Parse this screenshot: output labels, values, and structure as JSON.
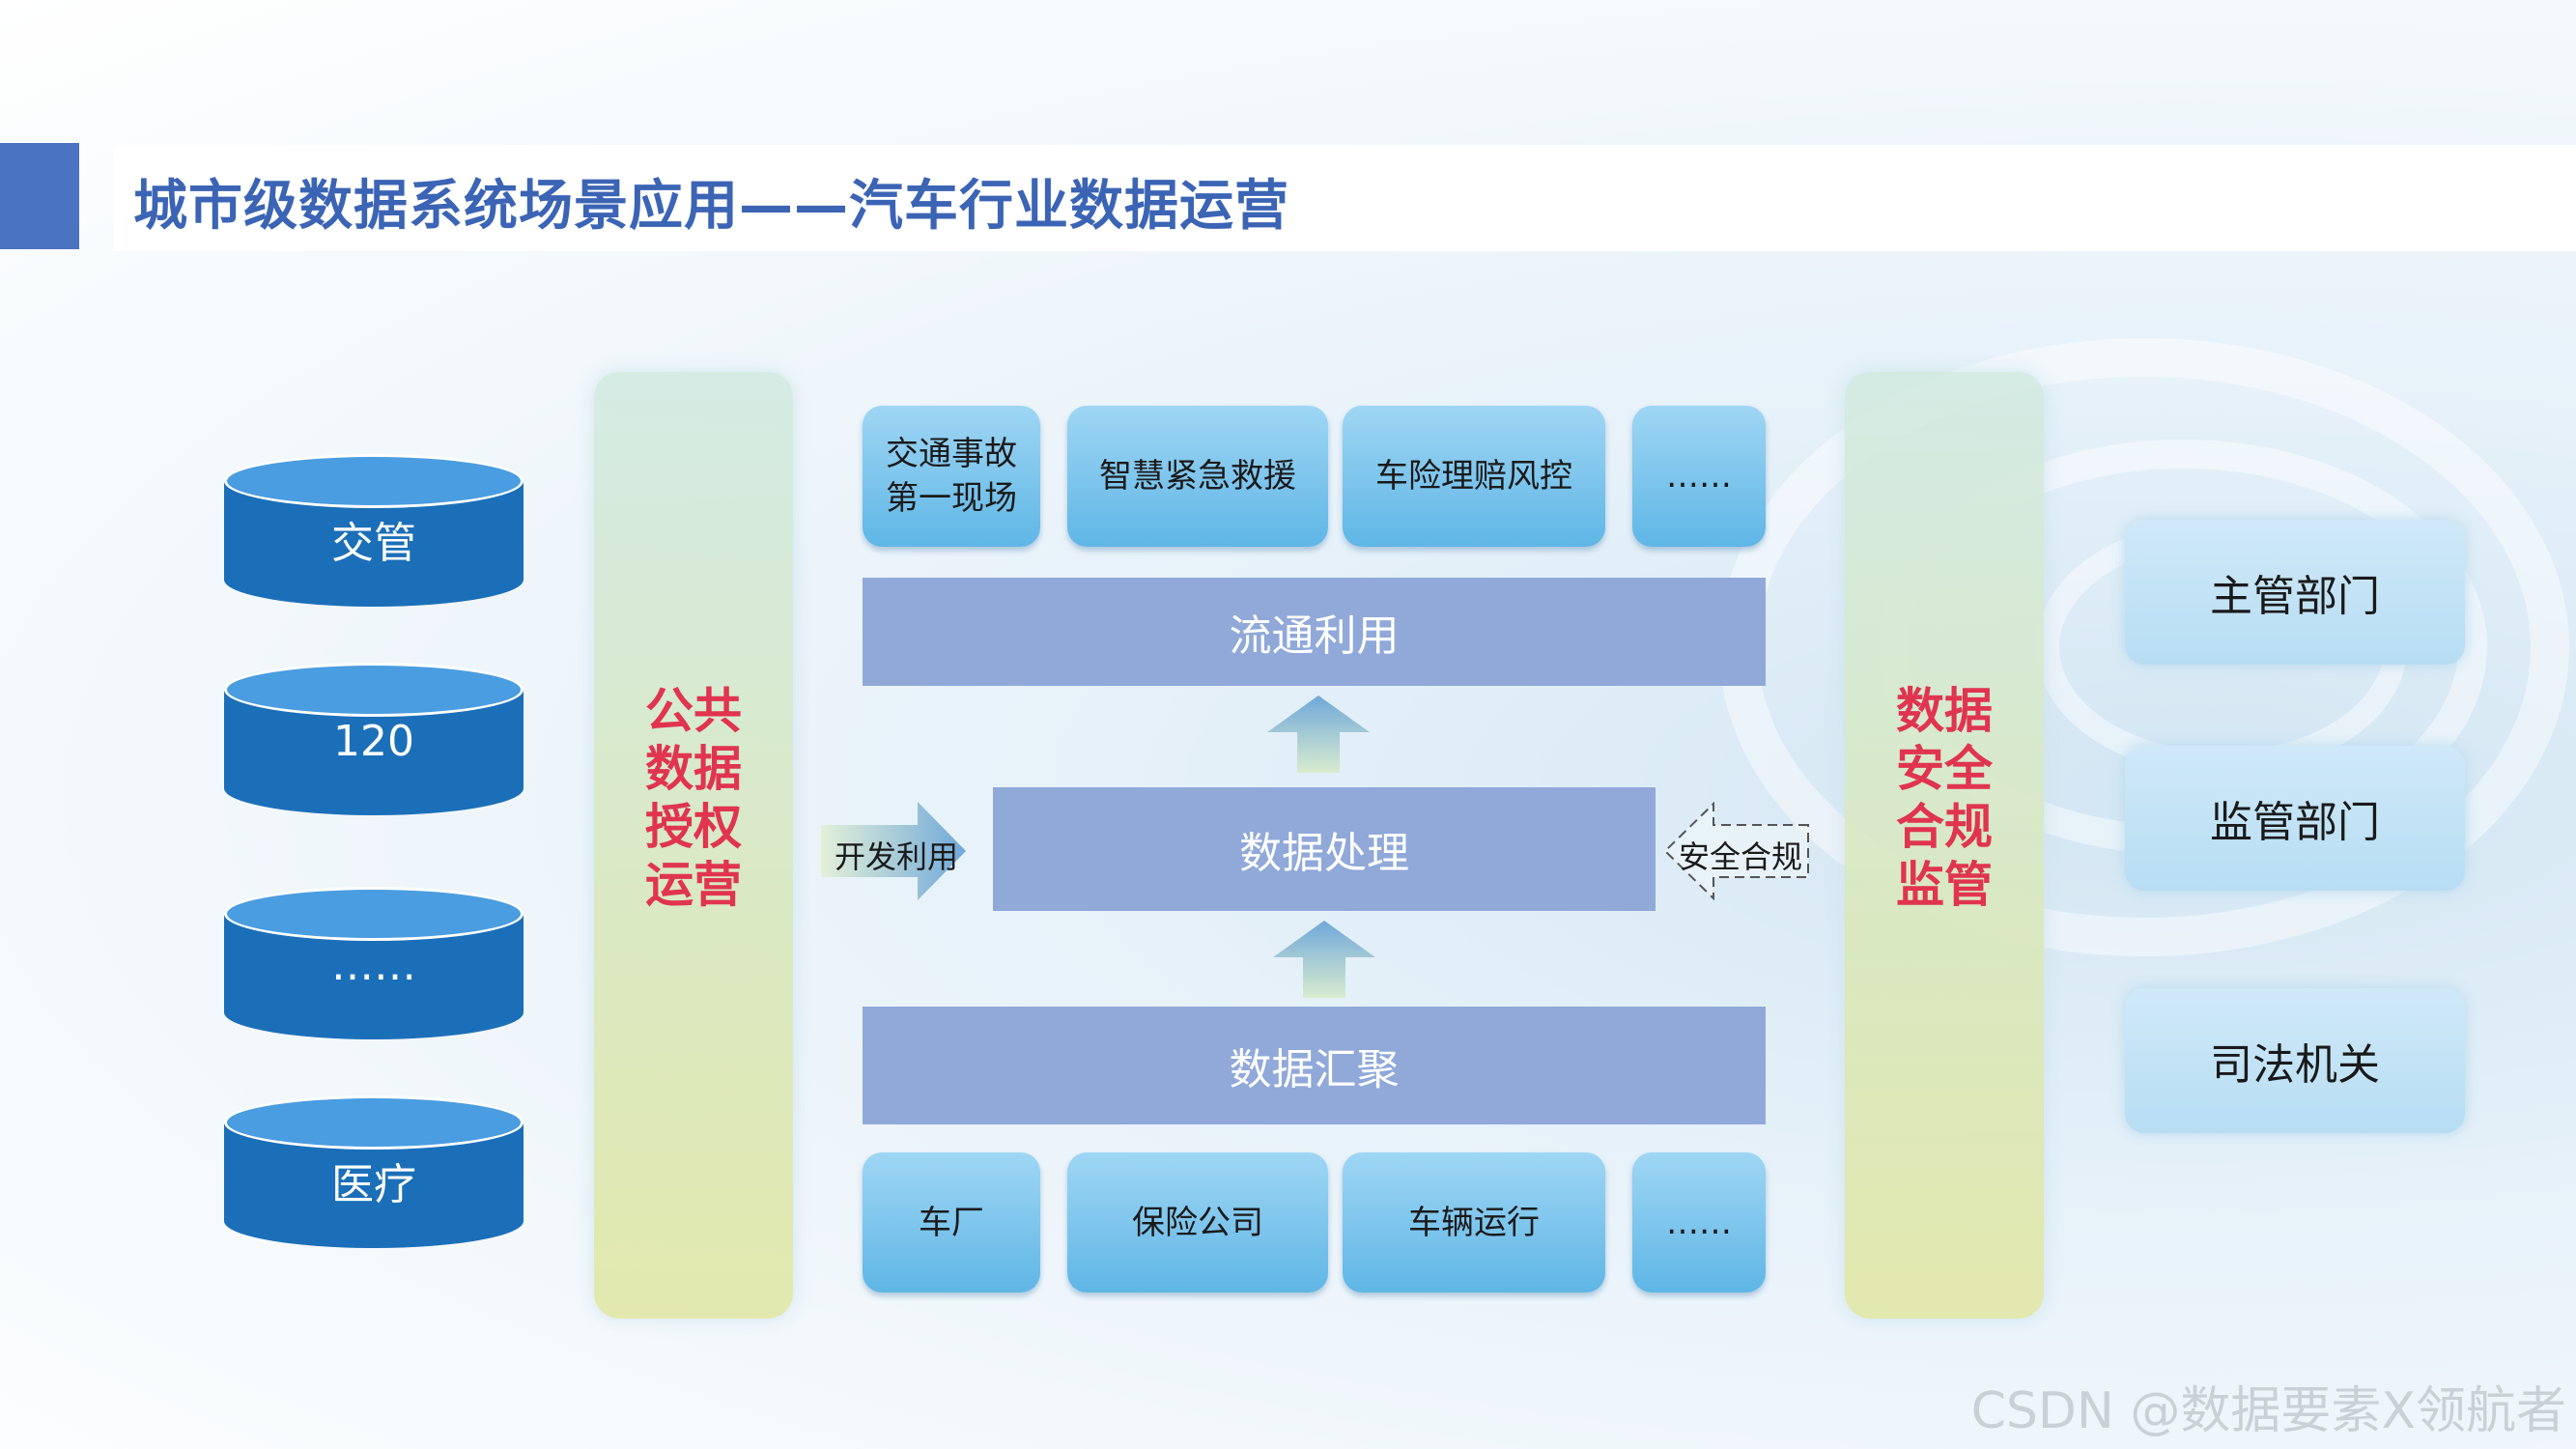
{
  "title": "城市级数据系统场景应用——汽车行业数据运营",
  "sources": [
    "交管",
    "120",
    "……",
    "医疗"
  ],
  "left_column": [
    "公共",
    "数据",
    "授权",
    "运营"
  ],
  "right_column": [
    "数据",
    "安全",
    "合规",
    "监管"
  ],
  "top_apps": [
    "交通事故第一现场",
    "智慧紧急救援",
    "车险理赔风控",
    "……"
  ],
  "top_app_first_lines": [
    "交通事故",
    "第一现场"
  ],
  "layers": {
    "circulation": "流通利用",
    "processing": "数据处理",
    "aggregation": "数据汇聚"
  },
  "side_labels": {
    "left": "开发利用",
    "right": "安全合规"
  },
  "bottom_sources": [
    "车厂",
    "保险公司",
    "车辆运行",
    "……"
  ],
  "regulators": [
    "主管部门",
    "监管部门",
    "司法机关"
  ],
  "watermark": "CSDN @数据要素X领航者",
  "colors": {
    "title_accent": "#4a73c1",
    "title_text": "#3b64b5",
    "cylinder": "#1b6fb8",
    "layer_bar": "#90a9d9",
    "column_text": "#e0344f"
  }
}
